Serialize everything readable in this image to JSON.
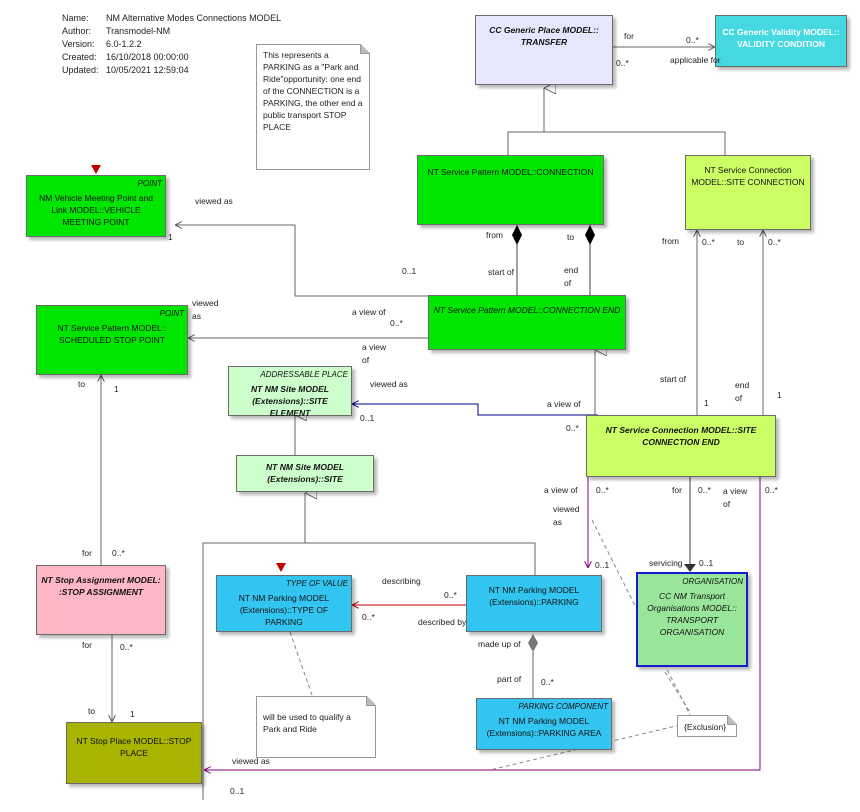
{
  "meta": {
    "name_key": "Name:",
    "name": "NM Alternative Modes Connections MODEL",
    "author_key": "Author:",
    "author": "Transmodel-NM",
    "version_key": "Version:",
    "version": "6.0-1.2.2",
    "created_key": "Created:",
    "created": "16/10/2018 00:00:00",
    "updated_key": "Updated:",
    "updated": "10/05/2021 12:59:04"
  },
  "notes": {
    "parking_note": "This represents a PARKING as a \"Park and Ride\"opportunity: one end of the CONNECTION is a PARKING, the other end a public transport STOP PLACE",
    "type_note": "will be used to qualify a Park and Ride",
    "exclusion": "{Exclusion}"
  },
  "classes": {
    "transfer": {
      "stereo": "",
      "name": "CC Generic Place MODEL:: TRANSFER"
    },
    "validity": {
      "stereo": "",
      "name": "CC Generic Validity MODEL:: VALIDITY CONDITION"
    },
    "vehicle_meeting": {
      "stereo": "POINT",
      "name": "NM Vehicle Meeting Point and Link MODEL::VEHICLE MEETING POINT"
    },
    "connection": {
      "stereo": "",
      "name": "NT Service Pattern MODEL::CONNECTION"
    },
    "site_connection": {
      "stereo": "",
      "name": "NT Service Connection MODEL::SITE CONNECTION"
    },
    "scheduled_stop": {
      "stereo": "POINT",
      "name": "NT Service Pattern MODEL:: SCHEDULED STOP POINT"
    },
    "connection_end": {
      "stereo": "",
      "name": "NT Service Pattern MODEL::CONNECTION END"
    },
    "site_element": {
      "stereo": "ADDRESSABLE PLACE",
      "name": "NT NM Site MODEL (Extensions)::SITE ELEMENT"
    },
    "site_connection_end": {
      "stereo": "",
      "name": "NT Service Connection MODEL::SITE CONNECTION END"
    },
    "site": {
      "stereo": "",
      "name": "NT NM Site MODEL (Extensions)::SITE"
    },
    "stop_assignment": {
      "stereo": "",
      "name": "NT Stop Assignment MODEL: :STOP ASSIGNMENT"
    },
    "type_of_parking": {
      "stereo": "TYPE OF VALUE",
      "name": "NT NM Parking MODEL (Extensions)::TYPE OF PARKING"
    },
    "parking": {
      "stereo": "",
      "name": "NT NM Parking MODEL (Extensions)::PARKING"
    },
    "transport_org": {
      "stereo": "ORGANISATION",
      "name": "CC NM Transport Organisations MODEL:: TRANSPORT ORGANISATION"
    },
    "parking_area": {
      "stereo": "PARKING COMPONENT",
      "name": "NT NM Parking MODEL (Extensions)::PARKING AREA"
    },
    "stop_place": {
      "stereo": "",
      "name": "NT Stop Place MODEL::STOP PLACE"
    }
  },
  "labels": {
    "for_1": "for",
    "m_0n_1": "0..*",
    "m_0n_2": "0..*",
    "applicable_for": "applicable for",
    "viewed_as_1": "viewed as",
    "m_1_a": "1",
    "m_01_a": "0..1",
    "from_1": "from",
    "to_1": "to",
    "start_of_1": "start of",
    "end_of_1": "end of",
    "from_2": "from",
    "m_0n_3": "0..*",
    "to_2": "to",
    "m_0n_4": "0..*",
    "viewed_as_2": "viewed as",
    "a_view_of_1": "a view of",
    "m_0n_5": "0..*",
    "a_view_of_2": "a view of",
    "to_3": "to",
    "m_1_b": "1",
    "viewed_as_3": "viewed as",
    "m_01_b": "0..1",
    "a_view_of_3": "a view of",
    "m_0n_6": "0..*",
    "start_of_2": "start of",
    "m_1_c": "1",
    "end_of_2": "end of",
    "m_1_d": "1",
    "a_view_of_4": "a view of",
    "m_0n_7": "0..*",
    "viewed_as_4": "viewed as",
    "for_2": "for",
    "m_0n_8": "0..*",
    "a_view_of_5": "a view of",
    "m_0n_9": "0..*",
    "for_3": "for",
    "m_0n_10": "0..*",
    "describing": "describing",
    "m_0n_11": "0..*",
    "m_0n_12": "0..*",
    "described_by": "described by",
    "m_01_c": "0..1",
    "servicing": "servicing",
    "m_01_d": "0..1",
    "made_up_of": "made up of",
    "part_of": "part of",
    "m_0n_13": "0..*",
    "for_4": "for",
    "m_0n_14": "0..*",
    "to_4": "to",
    "m_1_e": "1",
    "viewed_as_5": "viewed as",
    "m_01_e": "0..1"
  }
}
